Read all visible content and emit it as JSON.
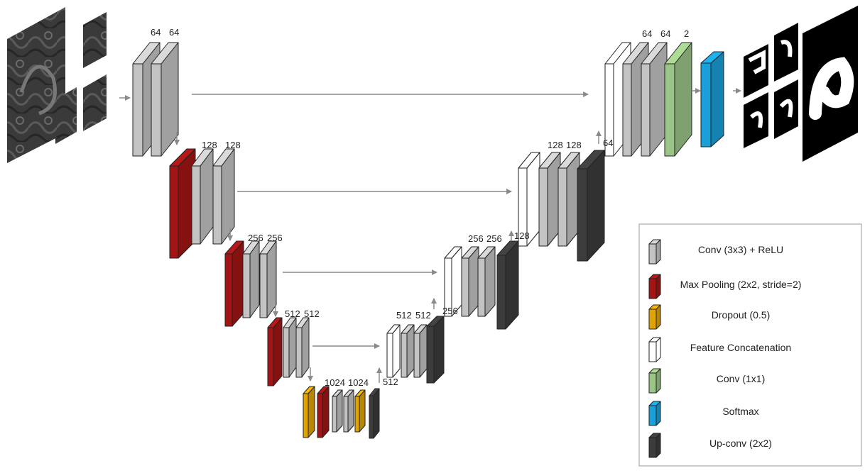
{
  "colors": {
    "conv": "#c3c3c3",
    "maxpool": "#a31515",
    "dropout": "#e0a400",
    "concat": "#ffffff",
    "conv1x1": "#9bc487",
    "softmax": "#1aa0d8",
    "upconv": "#3c3c3c",
    "arrow": "#8a8a8a"
  },
  "channel_labels": {
    "enc1_a": "64",
    "enc1_b": "64",
    "enc2_a": "128",
    "enc2_b": "128",
    "enc3_a": "256",
    "enc3_b": "256",
    "enc4_a": "512",
    "enc4_b": "512",
    "bott_a": "1024",
    "bott_b": "1024",
    "up_bott": "512",
    "dec4_a": "512",
    "dec4_b": "512",
    "up4": "256",
    "dec3_a": "256",
    "dec3_b": "256",
    "up3": "128",
    "dec2_a": "128",
    "dec2_b": "128",
    "up2": "64",
    "dec1_a": "64",
    "dec1_b": "64",
    "out": "2"
  },
  "legend": [
    {
      "key": "conv",
      "label": "Conv (3x3) + ReLU"
    },
    {
      "key": "maxpool",
      "label": "Max Pooling (2x2, stride=2)"
    },
    {
      "key": "dropout",
      "label": "Dropout (0.5)"
    },
    {
      "key": "concat",
      "label": "Feature Concatenation"
    },
    {
      "key": "conv1x1",
      "label": "Conv (1x1)"
    },
    {
      "key": "softmax",
      "label": "Softmax"
    },
    {
      "key": "upconv",
      "label": "Up-conv (2x2)"
    }
  ]
}
